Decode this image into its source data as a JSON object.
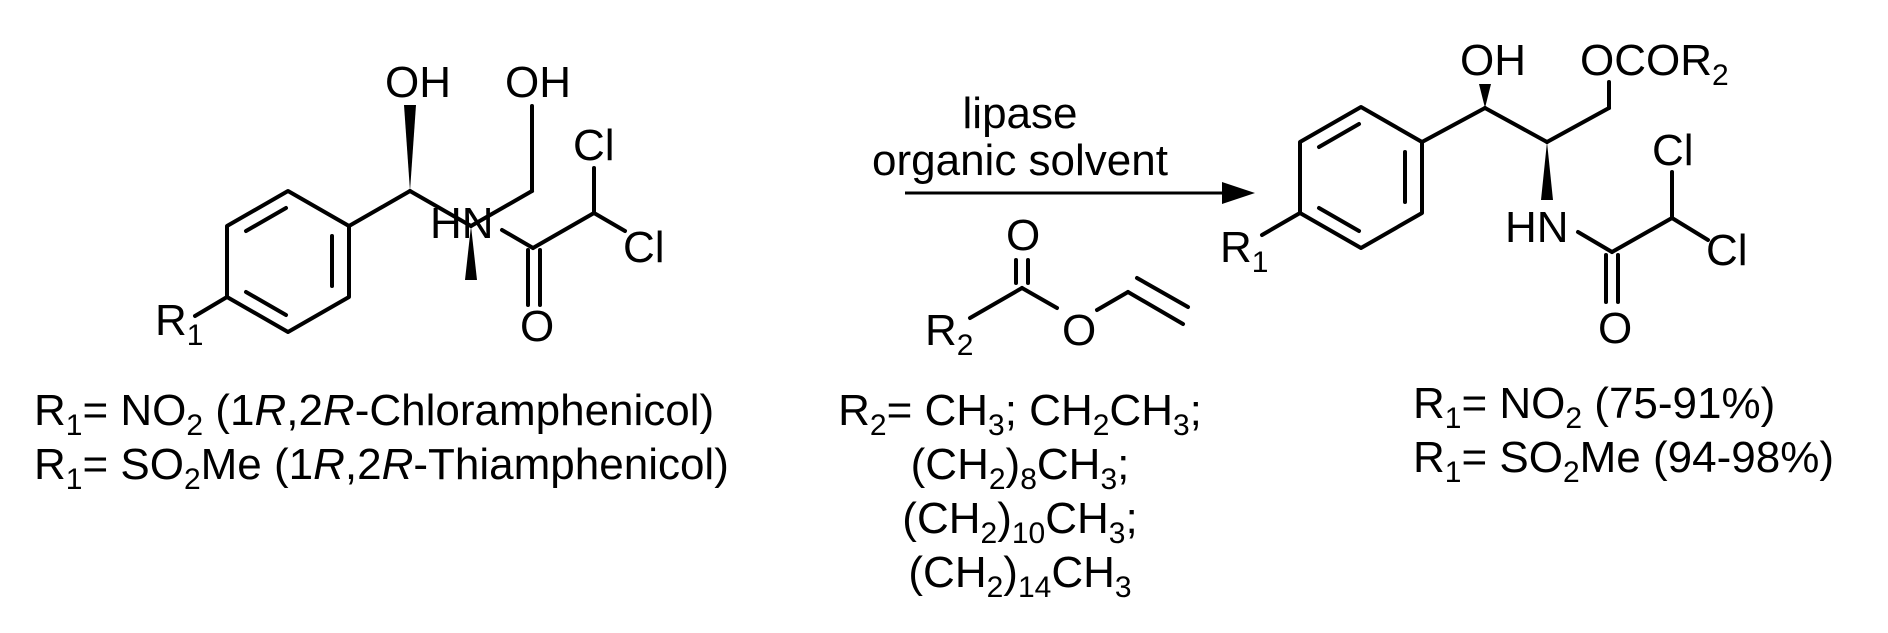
{
  "reactant": {
    "atoms": {
      "oh1": "OH",
      "oh2": "OH",
      "cl_top": "Cl",
      "cl_right": "Cl",
      "hn": "HN",
      "o": "O",
      "r": "R",
      "r_sub": "1"
    },
    "labels": [
      {
        "r": "R",
        "r_sub": "1",
        "eq": "= NO",
        "sub2": "2",
        "pre": " (1",
        "i1": "R",
        "mid": ",2",
        "i2": "R",
        "post": "-Chloramphenicol)"
      },
      {
        "r": "R",
        "r_sub": "1",
        "eq": "= SO",
        "sub2": "2",
        "pre": "Me (1",
        "i1": "R",
        "mid": ",2",
        "i2": "R",
        "post": "-Thiamphenicol)"
      }
    ]
  },
  "conditions": {
    "above_arrow_1": "lipase",
    "above_arrow_2": "organic solvent",
    "ester": {
      "o_carbonyl": "O",
      "o_ester": "O",
      "r": "R",
      "r_sub": "2"
    },
    "r2_lines": [
      {
        "a": "R",
        "a_sub": "2",
        "b": "= CH",
        "b_sub": "3",
        "c": "; CH",
        "c_sub": "2",
        "d": "CH",
        "d_sub": "3",
        "e": ";"
      },
      {
        "a": "(CH",
        "a_sub": "2",
        "b": ")",
        "b_sub": "8",
        "c": "CH",
        "c_sub": "3",
        "d": ";"
      },
      {
        "a": "(CH",
        "a_sub": "2",
        "b": ")",
        "b_sub": "10",
        "c": "CH",
        "c_sub": "3",
        "d": ";"
      },
      {
        "a": "(CH",
        "a_sub": "2",
        "b": ")",
        "b_sub": "14",
        "c": "CH",
        "c_sub": "3"
      }
    ]
  },
  "product": {
    "atoms": {
      "oh": "OH",
      "ocor": "OCOR",
      "ocor_sub": "2",
      "cl_top": "Cl",
      "cl_right": "Cl",
      "hn": "HN",
      "o": "O",
      "r": "R",
      "r_sub": "1"
    },
    "yields": [
      {
        "r": "R",
        "r_sub": "1",
        "eq": "= NO",
        "sub2": "2",
        "post": " (75-91%)"
      },
      {
        "r": "R",
        "r_sub": "1",
        "eq": "= SO",
        "sub2": "2",
        "post": "Me (94-98%)"
      }
    ]
  }
}
